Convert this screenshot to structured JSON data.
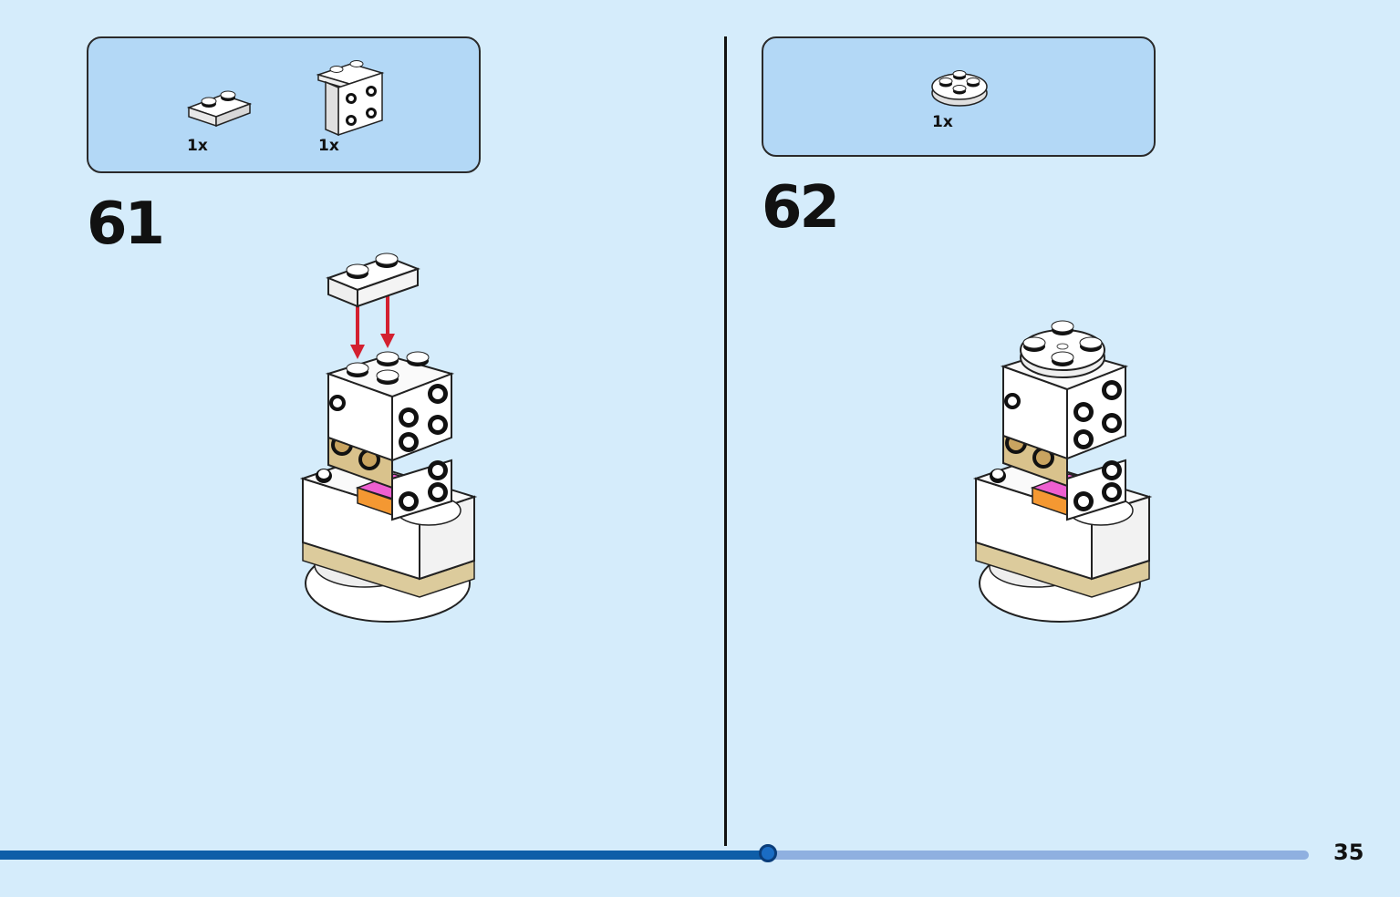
{
  "steps": [
    {
      "number": "61",
      "parts": [
        {
          "qty": "1x",
          "icon": "plate-1x2-white-icon"
        },
        {
          "qty": "1x",
          "icon": "bracket-white-icon"
        }
      ]
    },
    {
      "number": "62",
      "parts": [
        {
          "qty": "1x",
          "icon": "round-plate-2x2-white-icon"
        }
      ]
    }
  ],
  "page": {
    "number": "35",
    "progress": 0.587
  },
  "colors": {
    "background": "#d5ecfb",
    "parts_box": "#b3d8f6",
    "arrow": "#d32030",
    "progress_fill": "#0e5ea8",
    "progress_track": "#8fb0e0"
  }
}
